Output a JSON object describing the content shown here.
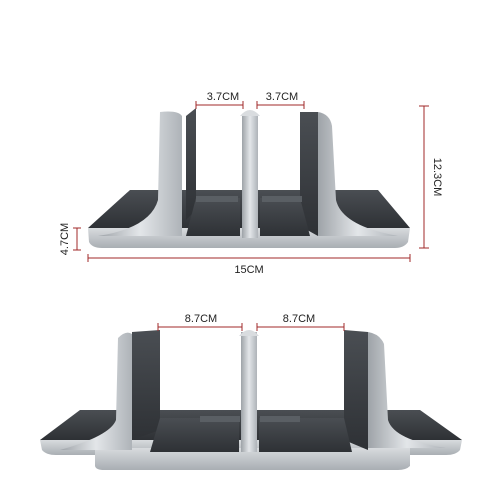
{
  "dimensions": {
    "top_slot_left": "3.7CM",
    "top_slot_right": "3.7CM",
    "height": "12.3CM",
    "base_height": "4.7CM",
    "width": "15CM",
    "bottom_slot_left": "8.7CM",
    "bottom_slot_right": "8.7CM"
  },
  "colors": {
    "dimension_line": "#a0282a",
    "aluminum": "#c9cdd1",
    "dark_panel": "#3b3f44"
  }
}
